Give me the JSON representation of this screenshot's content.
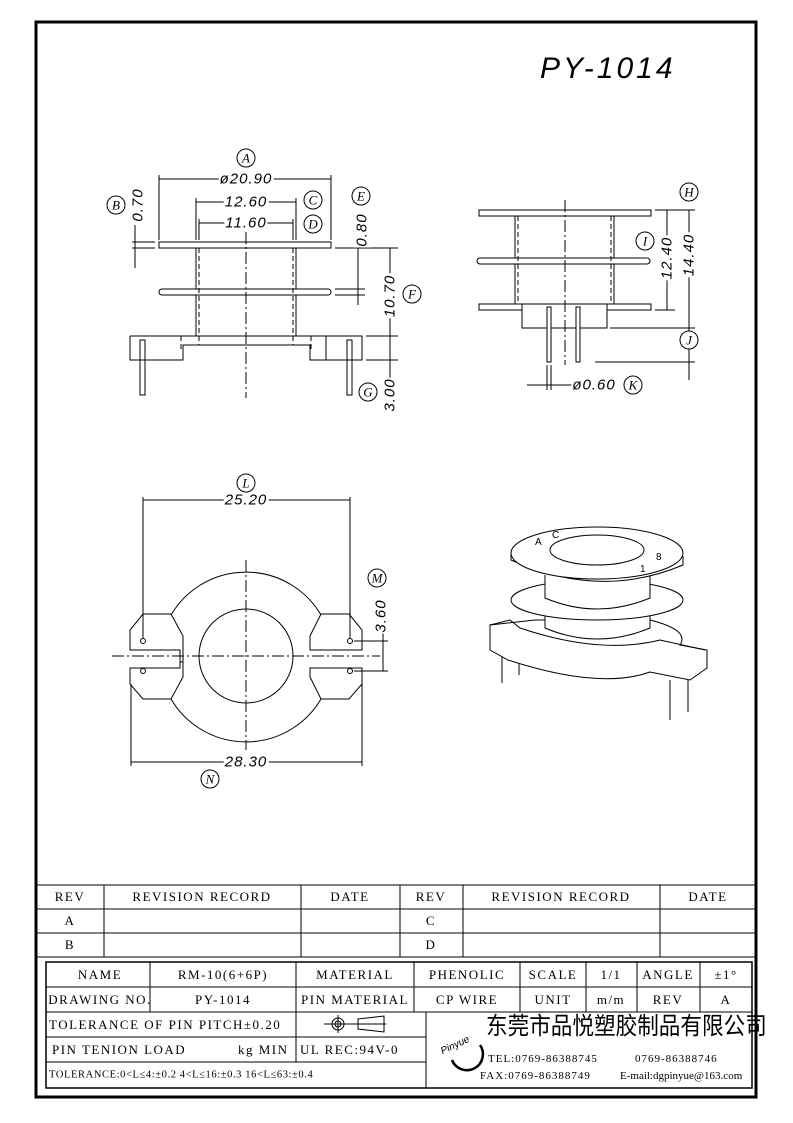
{
  "drawing_title": "PY-1014",
  "front_view": {
    "dims": {
      "A": "ø20.90",
      "B": "0.70",
      "C": "12.60",
      "D": "11.60",
      "E": "0.80",
      "F": "10.70",
      "G": "3.00"
    },
    "labels": {
      "A": "A",
      "B": "B",
      "C": "C",
      "D": "D",
      "E": "E",
      "F": "F",
      "G": "G"
    }
  },
  "side_view": {
    "dims": {
      "I": "12.40",
      "H": "14.40",
      "K": "ø0.60"
    },
    "labels": {
      "H": "H",
      "I": "I",
      "J": "J",
      "K": "K"
    }
  },
  "bottom_view": {
    "dims": {
      "L": "25.20",
      "M": "3.60",
      "N": "28.30"
    },
    "labels": {
      "L": "L",
      "M": "M",
      "N": "N"
    }
  },
  "iso_view": {
    "pin_marks": [
      "A",
      "C",
      "8",
      "1"
    ]
  },
  "revision_table": {
    "headers": [
      "REV",
      "REVISION RECORD",
      "DATE",
      "REV",
      "REVISION RECORD",
      "DATE"
    ],
    "rows": [
      [
        "A",
        "",
        "",
        "C",
        "",
        ""
      ],
      [
        "B",
        "",
        "",
        "D",
        "",
        ""
      ]
    ]
  },
  "title_block": {
    "name_label": "NAME",
    "name_value": "RM-10(6+6P)",
    "material_label": "MATERIAL",
    "material_value": "PHENOLIC",
    "scale_label": "SCALE",
    "scale_value": "1/1",
    "angle_label": "ANGLE",
    "angle_value": "±1°",
    "drawing_no_label": "DRAWING NO.",
    "drawing_no_value": "PY-1014",
    "pin_material_label": "PIN MATERIAL",
    "pin_material_value": "CP WIRE",
    "unit_label": "UNIT",
    "unit_value": "m/m",
    "rev_label": "REV",
    "rev_value": "A",
    "pin_pitch_tolerance": "TOLERANCE OF PIN PITCH±0.20",
    "pin_tension_label": "PIN TENION LOAD",
    "pin_tension_unit": "kg MIN",
    "ul_rec": "UL REC:94V-0",
    "tolerance": "TOLERANCE:0<L≤4:±0.2  4<L≤16:±0.3  16<L≤63:±0.4",
    "logo_text": "Pinyue",
    "company": "东莞市品悦塑胶制品有限公司",
    "tel": "TEL:0769-86388745",
    "tel2": "0769-86388746",
    "fax": "FAX:0769-86388749",
    "email": "E-mail:dgpinyue@163.com"
  }
}
